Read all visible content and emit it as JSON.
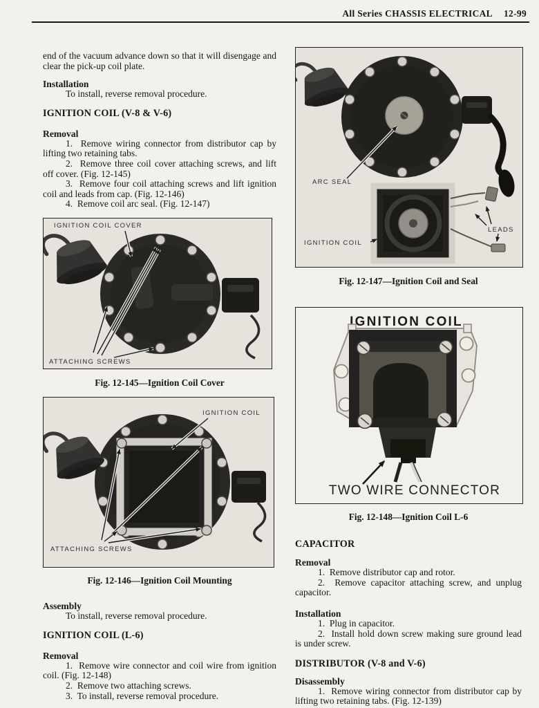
{
  "header": {
    "section_title": "All Series CHASSIS ELECTRICAL",
    "page_number": "12-99"
  },
  "left_column": {
    "intro": "end of the vacuum advance down so that it will disengage and clear the pick-up coil plate.",
    "installation": {
      "heading": "Installation",
      "text": "To install, reverse removal procedure."
    },
    "ignition_coil_v8": {
      "heading": "IGNITION COIL (V-8 & V-6)"
    },
    "removal_v8": {
      "heading": "Removal",
      "steps": [
        "1.  Remove wiring connector from distributor cap by lifting two retaining tabs.",
        "2.  Remove three coil cover attaching screws, and lift off cover. (Fig. 12-145)",
        "3.  Remove four coil attaching screws and lift ignition coil and leads from cap. (Fig. 12-146)",
        "4.  Remove coil arc seal. (Fig. 12-147)"
      ]
    },
    "assembly": {
      "heading": "Assembly",
      "text": "To install, reverse removal procedure."
    },
    "ignition_coil_l6": {
      "heading": "IGNITION COIL (L-6)"
    },
    "removal_l6": {
      "heading": "Removal",
      "steps": [
        "1.  Remove wire connector and coil wire from ignition coil. (Fig. 12-148)",
        "2.  Remove two attaching screws.",
        "3.  To install, reverse removal procedure."
      ]
    }
  },
  "right_column": {
    "capacitor": {
      "heading": "CAPACITOR"
    },
    "cap_removal": {
      "heading": "Removal",
      "steps": [
        "1.  Remove distributor cap and rotor.",
        "2.  Remove capacitor attaching screw, and unplug capacitor."
      ]
    },
    "cap_installation": {
      "heading": "Installation",
      "steps": [
        "1.  Plug in capacitor.",
        "2.  Install hold down screw making sure ground lead is under screw."
      ]
    },
    "distributor": {
      "heading": "DISTRIBUTOR (V-8 and V-6)"
    },
    "disassembly": {
      "heading": "Disassembly",
      "steps": [
        "1.  Remove wiring connector from distributor cap by lifting two retaining tabs. (Fig. 12-139)"
      ]
    }
  },
  "figures": {
    "fig145": {
      "caption": "Fig. 12-145—Ignition Coil Cover",
      "label_cover": "IGNITION COIL COVER",
      "label_screws": "ATTACHING SCREWS"
    },
    "fig146": {
      "caption": "Fig. 12-146—Ignition Coil Mounting",
      "label_coil": "IGNITION COIL",
      "label_screws": "ATTACHING SCREWS"
    },
    "fig147": {
      "caption": "Fig. 12-147—Ignition Coil and Seal",
      "label_arc_seal": "ARC SEAL",
      "label_coil": "IGNITION COIL",
      "label_leads": "LEADS"
    },
    "fig148": {
      "caption": "Fig. 12-148—Ignition Coil L-6",
      "title": "IGNITION COIL",
      "label_connector": "TWO WIRE CONNECTOR"
    }
  }
}
